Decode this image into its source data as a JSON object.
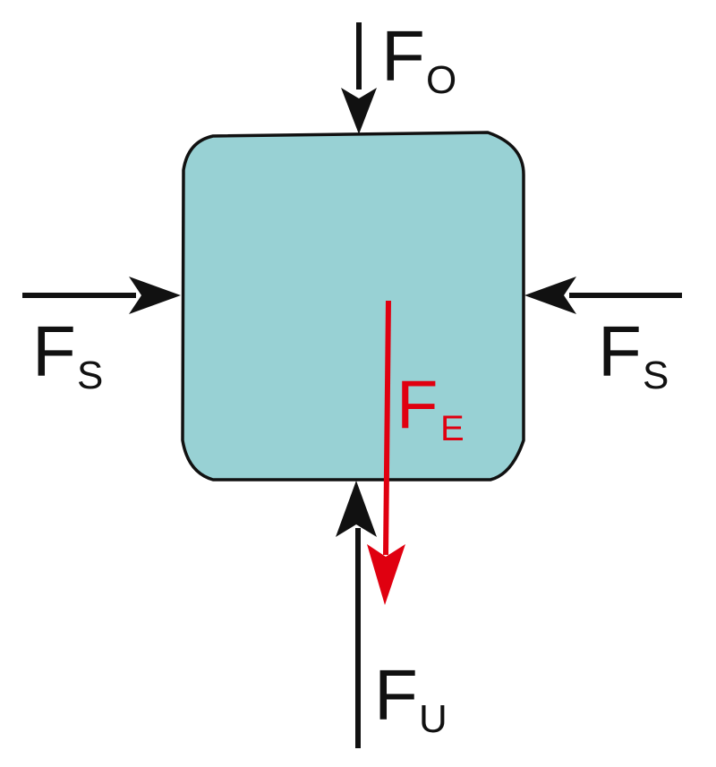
{
  "colors": {
    "background": "#ffffff",
    "block_fill": "#98d1d4",
    "outline": "#111111",
    "force": "#111111",
    "weight_force": "#e00010"
  },
  "forces": {
    "top": {
      "symbol": "F",
      "subscript": "O"
    },
    "left": {
      "symbol": "F",
      "subscript": "S"
    },
    "right": {
      "symbol": "F",
      "subscript": "S"
    },
    "bottom": {
      "symbol": "F",
      "subscript": "U"
    },
    "weight": {
      "symbol": "F",
      "subscript": "E"
    }
  }
}
